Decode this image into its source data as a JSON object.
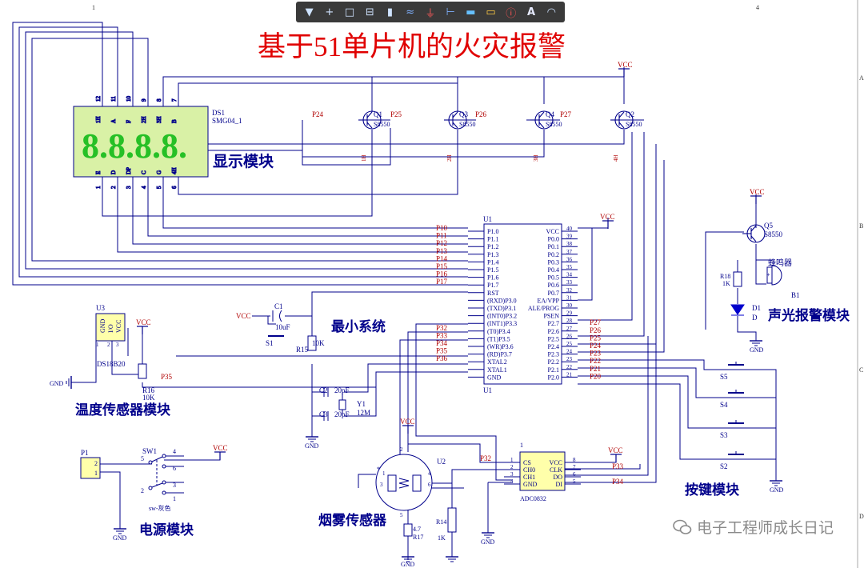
{
  "title": "基于51单片机的火灾报警",
  "toolbar": {
    "icons": [
      "filter-icon",
      "cross-icon",
      "rect-select-icon",
      "align-icon",
      "component-icon",
      "bus-icon",
      "ground-icon",
      "pin-icon",
      "port-icon",
      "power-icon",
      "no-erc-icon",
      "text-icon",
      "arc-icon"
    ],
    "glyphs": [
      "▼",
      "+",
      "□",
      "⊟",
      "▮",
      "≈",
      "⏚",
      "⊢",
      "▬",
      "▭",
      "ⓘ",
      "A",
      "◠"
    ]
  },
  "border": {
    "col_1": "1",
    "col_4": "4",
    "row_a": "A",
    "row_b": "B",
    "row_c": "C",
    "row_d": "D"
  },
  "modules": {
    "display": "显示模块",
    "minimal": "最小系统",
    "temp": "温度传感器模块",
    "power": "电源模块",
    "smoke": "烟雾传感器",
    "buttons": "按键模块",
    "alarm": "声光报警模块"
  },
  "display": {
    "ref": "DS1",
    "part": "SMG04_1",
    "digits": "8.8.8.8.",
    "top_pins": [
      "12",
      "11",
      "10",
      "9",
      "8",
      "7"
    ],
    "top_names": [
      "1H",
      "A",
      "F",
      "2H",
      "3H",
      "B"
    ],
    "bot_pins": [
      "1",
      "2",
      "3",
      "4",
      "5",
      "6"
    ],
    "bot_names": [
      "E",
      "D",
      "DP",
      "C",
      "G",
      "4H"
    ]
  },
  "transistors": [
    {
      "ref": "Q1",
      "part": "S8550",
      "net": "P24",
      "label": "1H"
    },
    {
      "ref": "Q3",
      "part": "S8550",
      "net": "P25",
      "label": "2H"
    },
    {
      "ref": "Q4",
      "part": "S8550",
      "net": "P26",
      "label": "3H"
    },
    {
      "ref": "Q2",
      "part": "S8550",
      "net": "P27",
      "label": "4H"
    }
  ],
  "mcu": {
    "ref": "U1",
    "left_nets": [
      "P10",
      "P11",
      "P12",
      "P13",
      "P14",
      "P15",
      "P16",
      "P17",
      "",
      "",
      "",
      "",
      "",
      "P32",
      "P33",
      "P34",
      "P35",
      "P36",
      "",
      "",
      ""
    ],
    "left_pins": [
      "P1.0",
      "P1.1",
      "P1.2",
      "P1.3",
      "P1.4",
      "P1.5",
      "P1.6",
      "P1.7",
      "RST",
      "(RXD)P3.0",
      "(TXD)P3.1",
      "(INT0)P3.2",
      "(INT1)P3.3",
      "(T0)P3.4",
      "(T1)P3.5",
      "(WR)P3.6",
      "(RD)P3.7",
      "XTAL2",
      "XTAL1",
      "GND"
    ],
    "right_pins": [
      "VCC",
      "P0.0",
      "P0.1",
      "P0.2",
      "P0.3",
      "P0.4",
      "P0.5",
      "P0.6",
      "P0.7",
      "EA/VPP",
      "ALE/PROG",
      "PSEN",
      "P2.7",
      "P2.6",
      "P2.5",
      "P2.4",
      "P2.3",
      "P2.2",
      "P2.1",
      "P2.0"
    ],
    "right_nums": [
      "40",
      "39",
      "38",
      "37",
      "36",
      "35",
      "34",
      "33",
      "32",
      "31",
      "30",
      "29",
      "28",
      "27",
      "26",
      "25",
      "24",
      "23",
      "22",
      "21"
    ],
    "right_nets": [
      "",
      "",
      "",
      "",
      "",
      "",
      "",
      "",
      "",
      "",
      "",
      "",
      "P27",
      "P26",
      "P25",
      "P24",
      "P23",
      "P22",
      "P21",
      "P20"
    ]
  },
  "vcc": "VCC",
  "gnd": "GND",
  "reset": {
    "cap": "C1",
    "cap_val": "10uF",
    "switch": "S1",
    "res": "R15",
    "res_val": "10K"
  },
  "crystal": {
    "c2": "C2",
    "c2_val": "20pF",
    "c3": "C3",
    "c3_val": "20pF",
    "y": "Y1",
    "y_val": "12M"
  },
  "ds18b20": {
    "ref": "U3",
    "name": "DS18B20",
    "pins": [
      "GND",
      "I/O",
      "VCC"
    ],
    "pin_nums": [
      "1",
      "2",
      "3"
    ],
    "res": "R16",
    "res_val": "10K",
    "net": "P35",
    "gnd_label": "GND"
  },
  "power": {
    "ref": "P1",
    "pins": [
      "2",
      "1"
    ],
    "switch": "SW1",
    "sw_pins": [
      "5",
      "4",
      "6",
      "2",
      "3",
      "1"
    ],
    "sw_name": "sw-灰色"
  },
  "smoke": {
    "ref": "U2",
    "pins": [
      "1",
      "2",
      "3",
      "4",
      "5",
      "6"
    ],
    "r17": "R17",
    "r17_val": "4.7",
    "r14": "R14",
    "r14_val": "1K",
    "mark": "*"
  },
  "adc": {
    "ref": "ADC0832",
    "num": "1",
    "left": [
      "CS",
      "CH0",
      "CH1",
      "GND"
    ],
    "left_nums": [
      "1",
      "2",
      "3",
      "4"
    ],
    "right": [
      "VCC",
      "CLK",
      "DO",
      "DI"
    ],
    "right_nums": [
      "8",
      "7",
      "6",
      "5"
    ],
    "net_cs": "P32",
    "net_clk": "P33",
    "net_di": "P34"
  },
  "keys": {
    "list": [
      "S5",
      "S4",
      "S3",
      "S2"
    ]
  },
  "alarm": {
    "q": "Q5",
    "q_part": "S8550",
    "buzzer": "B1",
    "buzzer_name": "蜂鸣器",
    "plus": "+",
    "r": "R18",
    "r_val": "1K",
    "d": "D1",
    "d_short": "D"
  },
  "watermark": "电子工程师成长日记",
  "colors": {
    "wire": "#00008b",
    "net": "#b00000",
    "title": "#e00000",
    "component": "#00008b",
    "seg": "#26c026",
    "seg_bg": "#d9f1a6"
  }
}
